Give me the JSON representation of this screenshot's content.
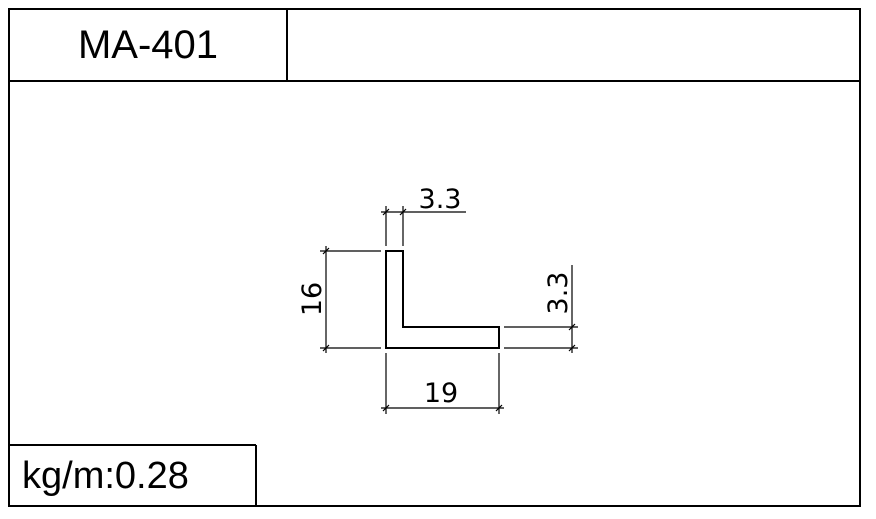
{
  "title_block": {
    "part_number": "MA-401",
    "weight": "kg/m:0.28"
  },
  "drawing": {
    "profile_shape": "L-angle",
    "dimensions": {
      "vertical_thickness": "3.3",
      "height": "16",
      "width": "19",
      "horizontal_thickness": "3.3"
    }
  }
}
